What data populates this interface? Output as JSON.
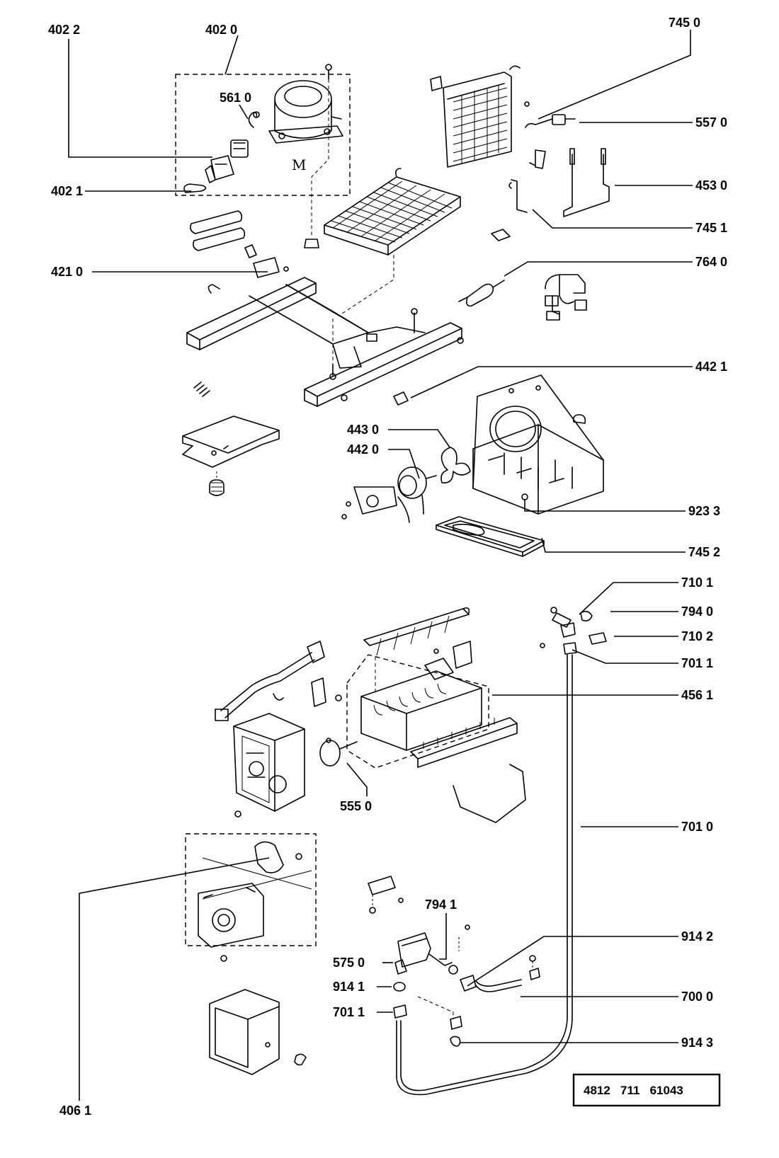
{
  "diagram": {
    "callouts": [
      {
        "id": "c-4022",
        "text": "402 2"
      },
      {
        "id": "c-4020",
        "text": "402 0"
      },
      {
        "id": "c-5610",
        "text": "561 0"
      },
      {
        "id": "c-4021",
        "text": "402 1"
      },
      {
        "id": "c-4210",
        "text": "421 0"
      },
      {
        "id": "c-7450",
        "text": "745 0"
      },
      {
        "id": "c-5570",
        "text": "557 0"
      },
      {
        "id": "c-4530",
        "text": "453 0"
      },
      {
        "id": "c-7451",
        "text": "745 1"
      },
      {
        "id": "c-7640",
        "text": "764 0"
      },
      {
        "id": "c-4421",
        "text": "442 1"
      },
      {
        "id": "c-4430",
        "text": "443 0"
      },
      {
        "id": "c-4420",
        "text": "442 0"
      },
      {
        "id": "c-9233",
        "text": "923 3"
      },
      {
        "id": "c-7452",
        "text": "745 2"
      },
      {
        "id": "c-7101",
        "text": "710 1"
      },
      {
        "id": "c-7940",
        "text": "794 0"
      },
      {
        "id": "c-7102",
        "text": "710 2"
      },
      {
        "id": "c-7011a",
        "text": "701 1"
      },
      {
        "id": "c-4561",
        "text": "456 1"
      },
      {
        "id": "c-5550",
        "text": "555 0"
      },
      {
        "id": "c-7010",
        "text": "701  0"
      },
      {
        "id": "c-9142",
        "text": "914 2"
      },
      {
        "id": "c-7941",
        "text": "794 1"
      },
      {
        "id": "c-5750",
        "text": "575 0"
      },
      {
        "id": "c-9141",
        "text": "914 1"
      },
      {
        "id": "c-7000",
        "text": "700  0"
      },
      {
        "id": "c-7011b",
        "text": "701 1"
      },
      {
        "id": "c-9143",
        "text": "914  3"
      },
      {
        "id": "c-4061",
        "text": "406 1"
      }
    ],
    "handwritten_mark": "M",
    "reference_number": "4812   711   61043"
  }
}
